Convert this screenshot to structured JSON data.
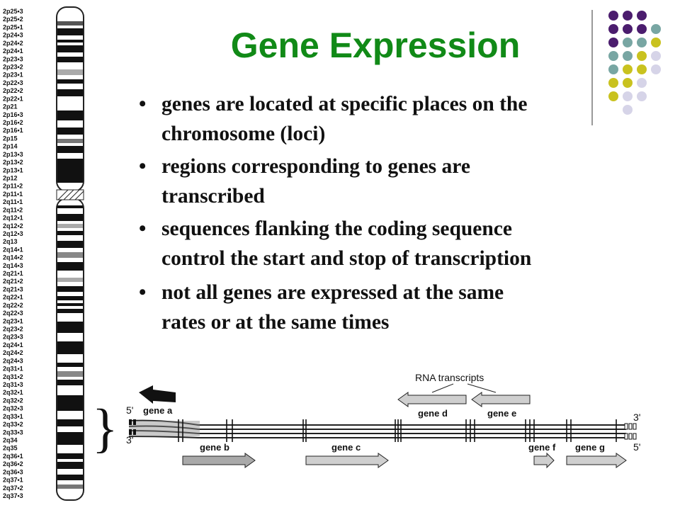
{
  "title": "Gene Expression",
  "bullets": [
    {
      "line1": "genes are located at specific places on the",
      "line2": "chromosome (loci)"
    },
    {
      "line1": "regions corresponding to genes are",
      "line2": "transcribed"
    },
    {
      "line1": "sequences flanking the coding sequence",
      "line2": "control the start and stop of transcription"
    },
    {
      "line1": "not all genes are expressed at the same",
      "line2": "rates or at the same times"
    }
  ],
  "bullet_glyph": "•",
  "chromosome_bands": [
    "2p25•3",
    "2p25•2",
    "2p25•1",
    "2p24•3",
    "2p24•2",
    "2p24•1",
    "2p23•3",
    "2p23•2",
    "2p23•1",
    "2p22•3",
    "2p22•2",
    "2p22•1",
    "2p21",
    "2p16•3",
    "2p16•2",
    "2p16•1",
    "2p15",
    "2p14",
    "2p13•3",
    "2p13•2",
    "2p13•1",
    "2p12",
    "2p11•2",
    "2p11•1",
    "2q11•1",
    "2q11•2",
    "2q12•1",
    "2q12•2",
    "2q12•3",
    "2q13",
    "2q14•1",
    "2q14•2",
    "2q14•3",
    "2q21•1",
    "2q21•2",
    "2q21•3",
    "2q22•1",
    "2q22•2",
    "2q22•3",
    "2q23•1",
    "2q23•2",
    "2q23•3",
    "2q24•1",
    "2q24•2",
    "2q24•3",
    "2q31•1",
    "2q31•2",
    "2q31•3",
    "2q32•1",
    "2q32•2",
    "2q32•3",
    "2q33•1",
    "2q33•2",
    "2q33•3",
    "2q34",
    "2q35",
    "2q36•1",
    "2q36•2",
    "2q36•3",
    "2q37•1",
    "2q37•2",
    "2q37•3"
  ],
  "diagram": {
    "header": "RNA transcripts",
    "end_top_left": "5'",
    "end_bottom_left": "3'",
    "end_top_right": "3'",
    "end_bottom_right": "5'",
    "genes": {
      "a": "gene a",
      "b": "gene b",
      "c": "gene c",
      "d": "gene d",
      "e": "gene e",
      "f": "gene f",
      "g": "gene g"
    }
  },
  "colors": {
    "title": "#118a17",
    "purple": "#4b1d6e",
    "teal": "#78a6a3",
    "olive": "#c9c21f",
    "lavender": "#d6d4e8"
  }
}
